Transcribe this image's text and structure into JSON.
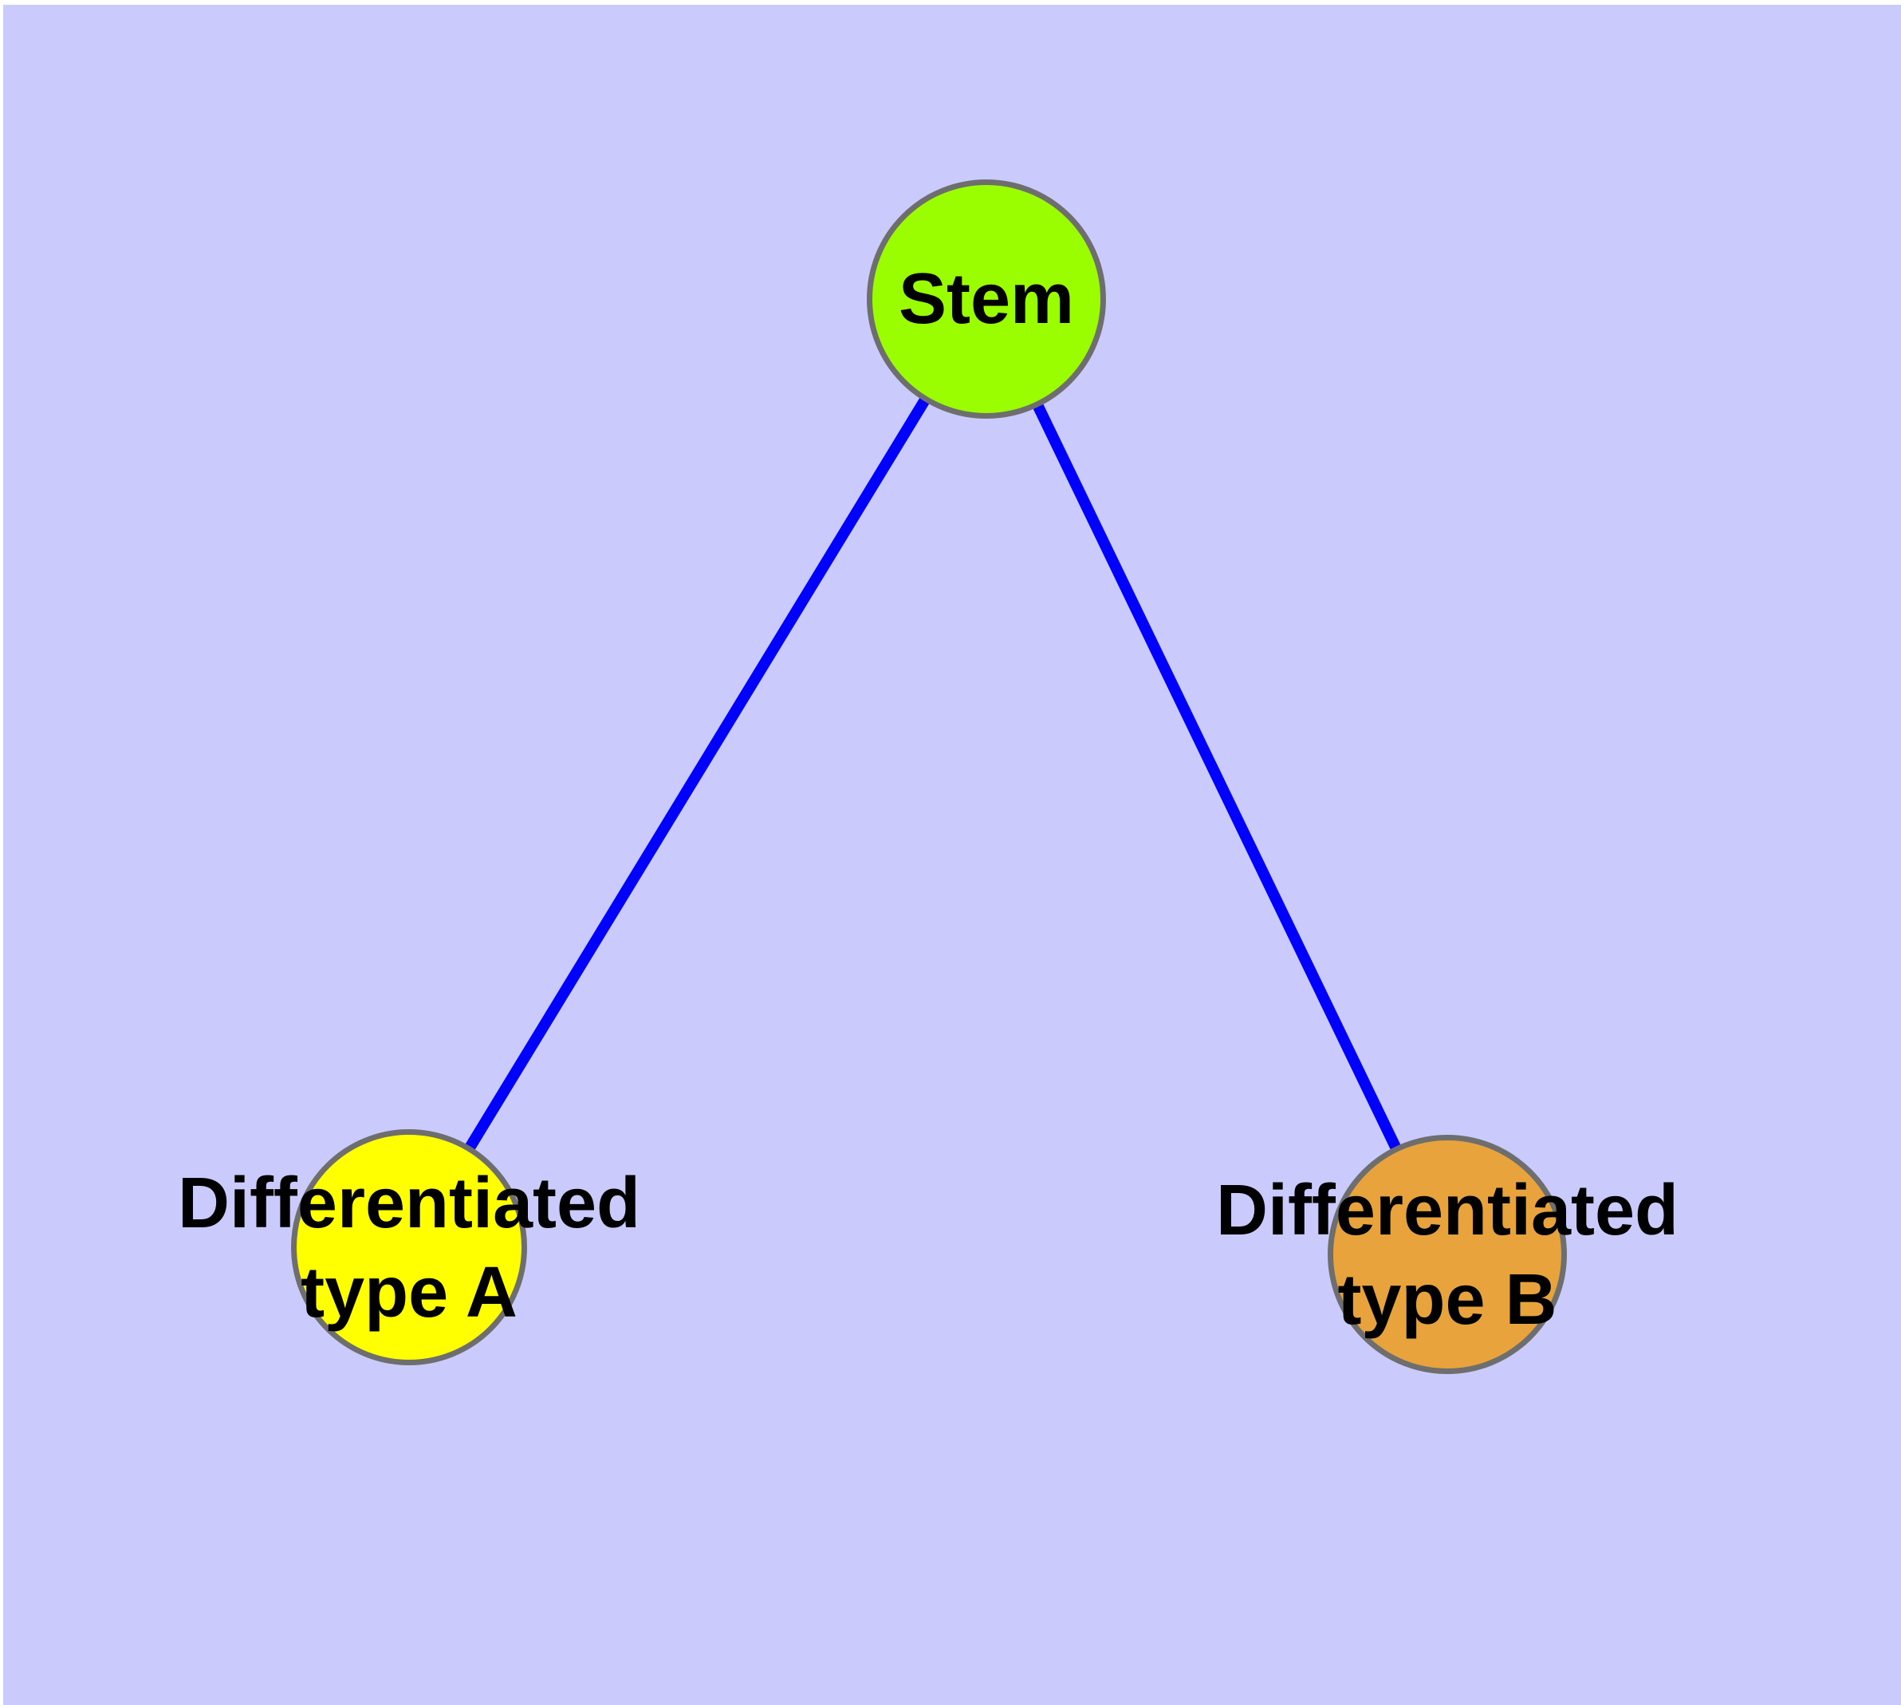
{
  "diagram": {
    "type": "node-link-graph",
    "background_color": "#cacbfc",
    "page_margin_color": "#ffffff",
    "edge_color": "#0000ff",
    "node_border_color": "#6e6e6e",
    "label_color": "#000000",
    "nodes": [
      {
        "id": "stem",
        "label": "Stem",
        "fill": "#9afe00"
      },
      {
        "id": "type-a",
        "label": "Differentiated\ntype A",
        "fill": "#ffff00"
      },
      {
        "id": "type-b",
        "label": "Differentiated\ntype B",
        "fill": "#e8a33d"
      }
    ],
    "edges": [
      {
        "from": "stem",
        "to": "type-a"
      },
      {
        "from": "stem",
        "to": "type-b"
      }
    ]
  }
}
